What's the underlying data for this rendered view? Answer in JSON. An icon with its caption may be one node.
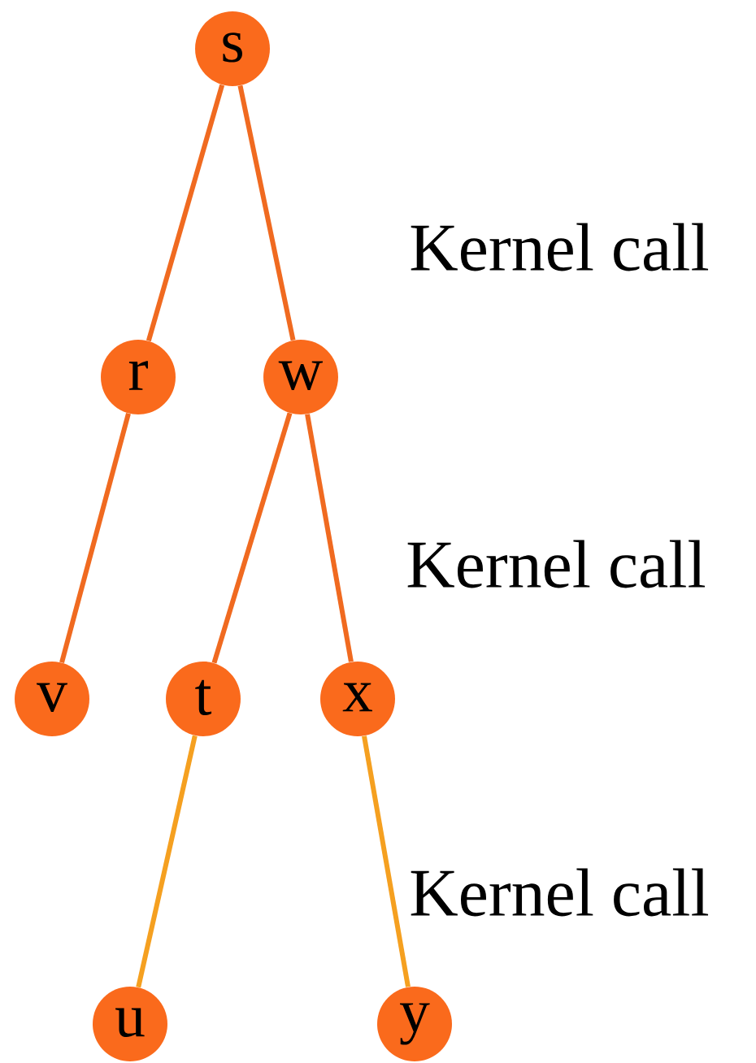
{
  "diagram": {
    "nodes": [
      {
        "text": [
          "s"
        ]
      },
      {
        "text": [
          "r"
        ]
      },
      {
        "text": [
          "w"
        ]
      },
      {
        "text": [
          "v"
        ]
      },
      {
        "text": [
          "t"
        ]
      },
      {
        "text": [
          "x"
        ]
      },
      {
        "text": [
          "u"
        ]
      },
      {
        "text": [
          "y"
        ]
      }
    ],
    "edges": [
      {
        "from": 0,
        "to": 1,
        "arrow": "none"
      },
      {
        "from": 0,
        "to": 2,
        "arrow": "none"
      },
      {
        "from": 1,
        "to": 3,
        "arrow": "none"
      },
      {
        "from": 2,
        "to": 4,
        "arrow": "none"
      },
      {
        "from": 2,
        "to": 5,
        "arrow": "none"
      },
      {
        "from": 4,
        "to": 6,
        "arrow": "none",
        "color": "#f5a020"
      },
      {
        "from": 5,
        "to": 7,
        "arrow": "none",
        "color": "#f5a020"
      }
    ],
    "labels": [
      "Kernel call",
      "Kernel call",
      "Kernel call"
    ]
  }
}
